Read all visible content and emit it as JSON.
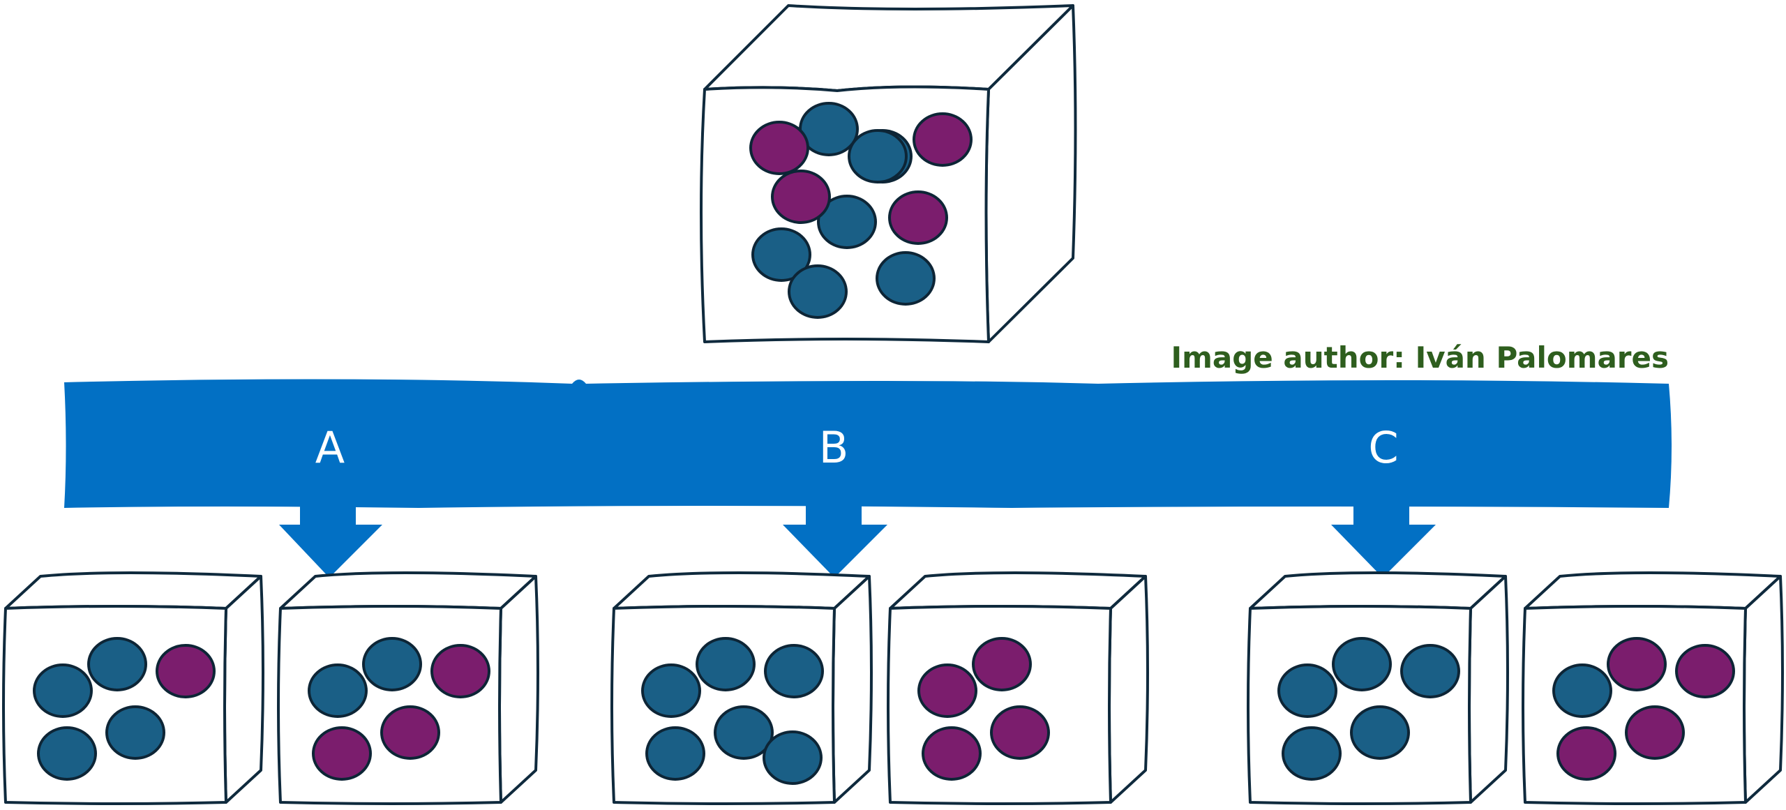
{
  "credit": "Image author: Iván Palomares",
  "colors": {
    "teal_ball": "#1a5f86",
    "purple_ball": "#7b1d6d",
    "outline": "#0f2a3d",
    "band": "#0270c4",
    "credit_text": "#2e5e1e"
  },
  "parent_box": {
    "teal_count": 7,
    "purple_count": 4
  },
  "splits": [
    {
      "label": "A",
      "left_box": {
        "teal_count": 4,
        "purple_count": 1
      },
      "right_box": {
        "teal_count": 2,
        "purple_count": 3
      }
    },
    {
      "label": "B",
      "left_box": {
        "teal_count": 6,
        "purple_count": 0
      },
      "right_box": {
        "teal_count": 0,
        "purple_count": 4
      }
    },
    {
      "label": "C",
      "left_box": {
        "teal_count": 5,
        "purple_count": 0
      },
      "right_box": {
        "teal_count": 1,
        "purple_count": 4
      }
    }
  ]
}
